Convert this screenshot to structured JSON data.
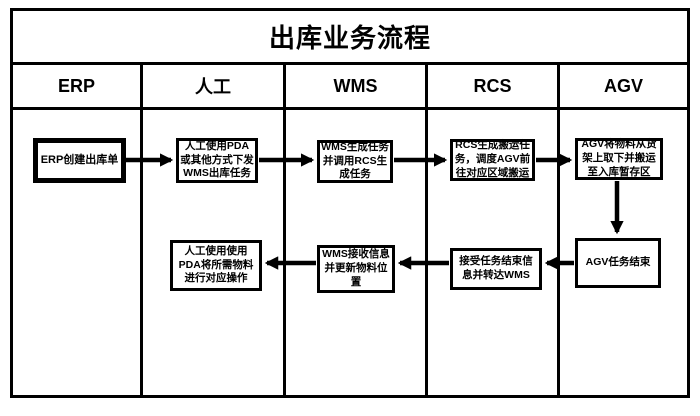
{
  "title": "出库业务流程",
  "lanes": [
    {
      "label": "ERP"
    },
    {
      "label": "人工"
    },
    {
      "label": "WMS"
    },
    {
      "label": "RCS"
    },
    {
      "label": "AGV"
    }
  ],
  "nodes": {
    "erp_create": {
      "lane": "ERP",
      "text": "ERP创建出库单"
    },
    "manual_issue": {
      "lane": "人工",
      "text": "人工使用PDA\n或其他方式下发\nWMS出库任务"
    },
    "wms_task": {
      "lane": "WMS",
      "text": "WMS生成任务\n并调用RCS生\n成任务"
    },
    "rcs_dispatch": {
      "lane": "RCS",
      "text": "RCS生成搬运任\n务，调度AGV前\n往对应区域搬运"
    },
    "agv_move": {
      "lane": "AGV",
      "text": "AGV将物料从货\n架上取下并搬运\n至入库暂存区"
    },
    "agv_end": {
      "lane": "AGV",
      "text": "AGV任务结束"
    },
    "rcs_receive": {
      "lane": "RCS",
      "text": "接受任务结束信\n息并转达WMS"
    },
    "wms_update": {
      "lane": "WMS",
      "text": "WMS接收信息\n并更新物料位\n置"
    },
    "manual_operate": {
      "lane": "人工",
      "text": "人工使用使用\nPDA将所需物料\n进行对应操作"
    }
  },
  "edges": [
    {
      "from": "erp_create",
      "to": "manual_issue",
      "direction": "right"
    },
    {
      "from": "manual_issue",
      "to": "wms_task",
      "direction": "right"
    },
    {
      "from": "wms_task",
      "to": "rcs_dispatch",
      "direction": "right"
    },
    {
      "from": "rcs_dispatch",
      "to": "agv_move",
      "direction": "right"
    },
    {
      "from": "agv_move",
      "to": "agv_end",
      "direction": "down"
    },
    {
      "from": "agv_end",
      "to": "rcs_receive",
      "direction": "left"
    },
    {
      "from": "rcs_receive",
      "to": "wms_update",
      "direction": "left"
    },
    {
      "from": "wms_update",
      "to": "manual_operate",
      "direction": "left"
    }
  ],
  "colors": {
    "line": "#000000",
    "background": "#ffffff",
    "text": "#000000"
  }
}
